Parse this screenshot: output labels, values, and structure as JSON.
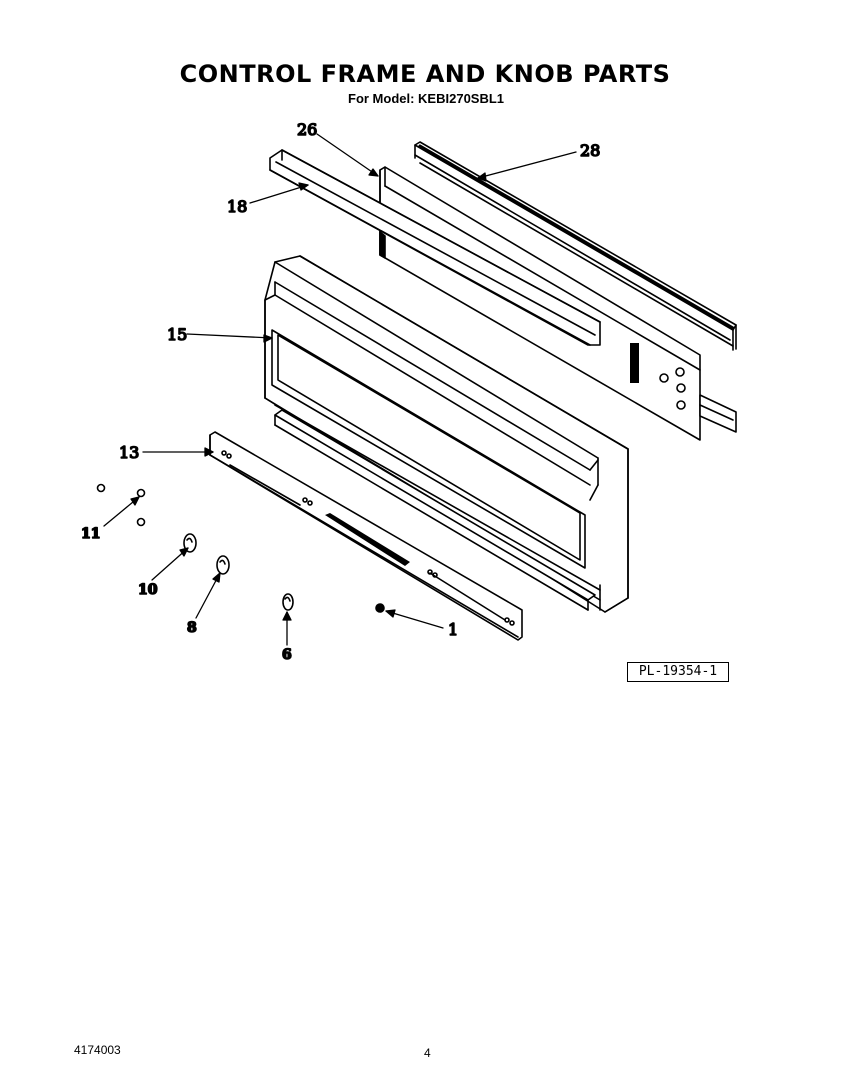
{
  "header": {
    "title": "CONTROL FRAME AND KNOB PARTS",
    "subtitle": "For Model: KEBI270SBL1"
  },
  "callouts": {
    "c26": "26",
    "c28": "28",
    "c18": "18",
    "c15": "15",
    "c13": "13",
    "c11": "11",
    "c10": "10",
    "c8": "8",
    "c6": "6",
    "c1": "1"
  },
  "plate_number": "PL-19354-1",
  "footer": {
    "doc_number": "4174003",
    "page_number": "4"
  }
}
